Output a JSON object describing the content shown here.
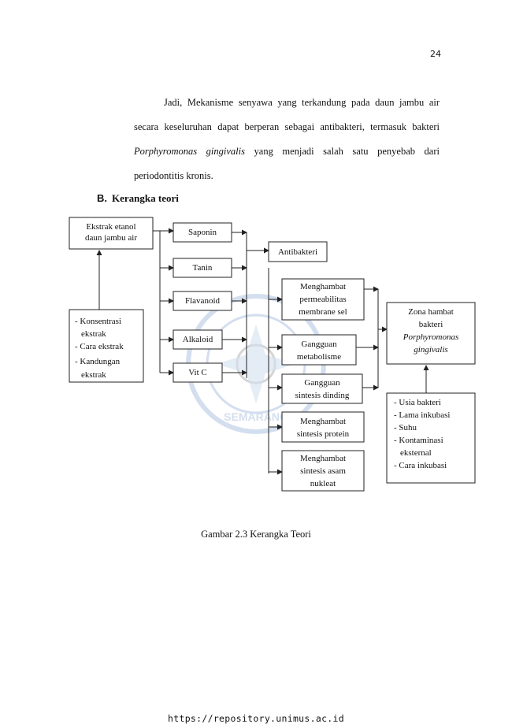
{
  "page_number": "24",
  "paragraph": {
    "line1": "Jadi, Mekanisme senyawa yang terkandung pada daun jambu air",
    "line2": "secara keseluruhan dapat berperan sebagai antibakteri, termasuk bakteri",
    "line3_italic": "Porphyromonas gingivalis",
    "line3_rest": "yang menjadi salah satu penyebab dari",
    "line4": "periodontitis kronis."
  },
  "heading": {
    "letter": "B.",
    "text": "Kerangka teori"
  },
  "diagram": {
    "ekstrak": [
      "Ekstrak etanol",
      "daun jambu air"
    ],
    "compounds": [
      "Saponin",
      "Tanin",
      "Flavanoid",
      "Alkaloid",
      "Vit C"
    ],
    "factors_left": [
      "- Konsentrasi",
      "ekstrak",
      "- Cara ekstrak",
      "- Kandungan",
      "ekstrak"
    ],
    "antibakteri": "Antibakteri",
    "mechanisms": [
      [
        "Menghambat",
        "permeabilitas",
        "membrane sel"
      ],
      [
        "Gangguan",
        "metabolisme"
      ],
      [
        "Gangguan",
        "sintesis dinding"
      ],
      [
        "Menghambat",
        "sintesis protein"
      ],
      [
        "Menghambat",
        "sintesis asam",
        "nukleat"
      ]
    ],
    "zona": [
      "Zona hambat",
      "bakteri",
      "Porphyromonas",
      "gingivalis"
    ],
    "factors_right": [
      "- Usia bakteri",
      "- Lama inkubasi",
      "- Suhu",
      "- Kontaminasi",
      "eksternal",
      "- Cara inkubasi"
    ],
    "watermark_text": "SEMARANG"
  },
  "caption": "Gambar 2.3 Kerangka Teori",
  "footer": "https://repository.unimus.ac.id"
}
